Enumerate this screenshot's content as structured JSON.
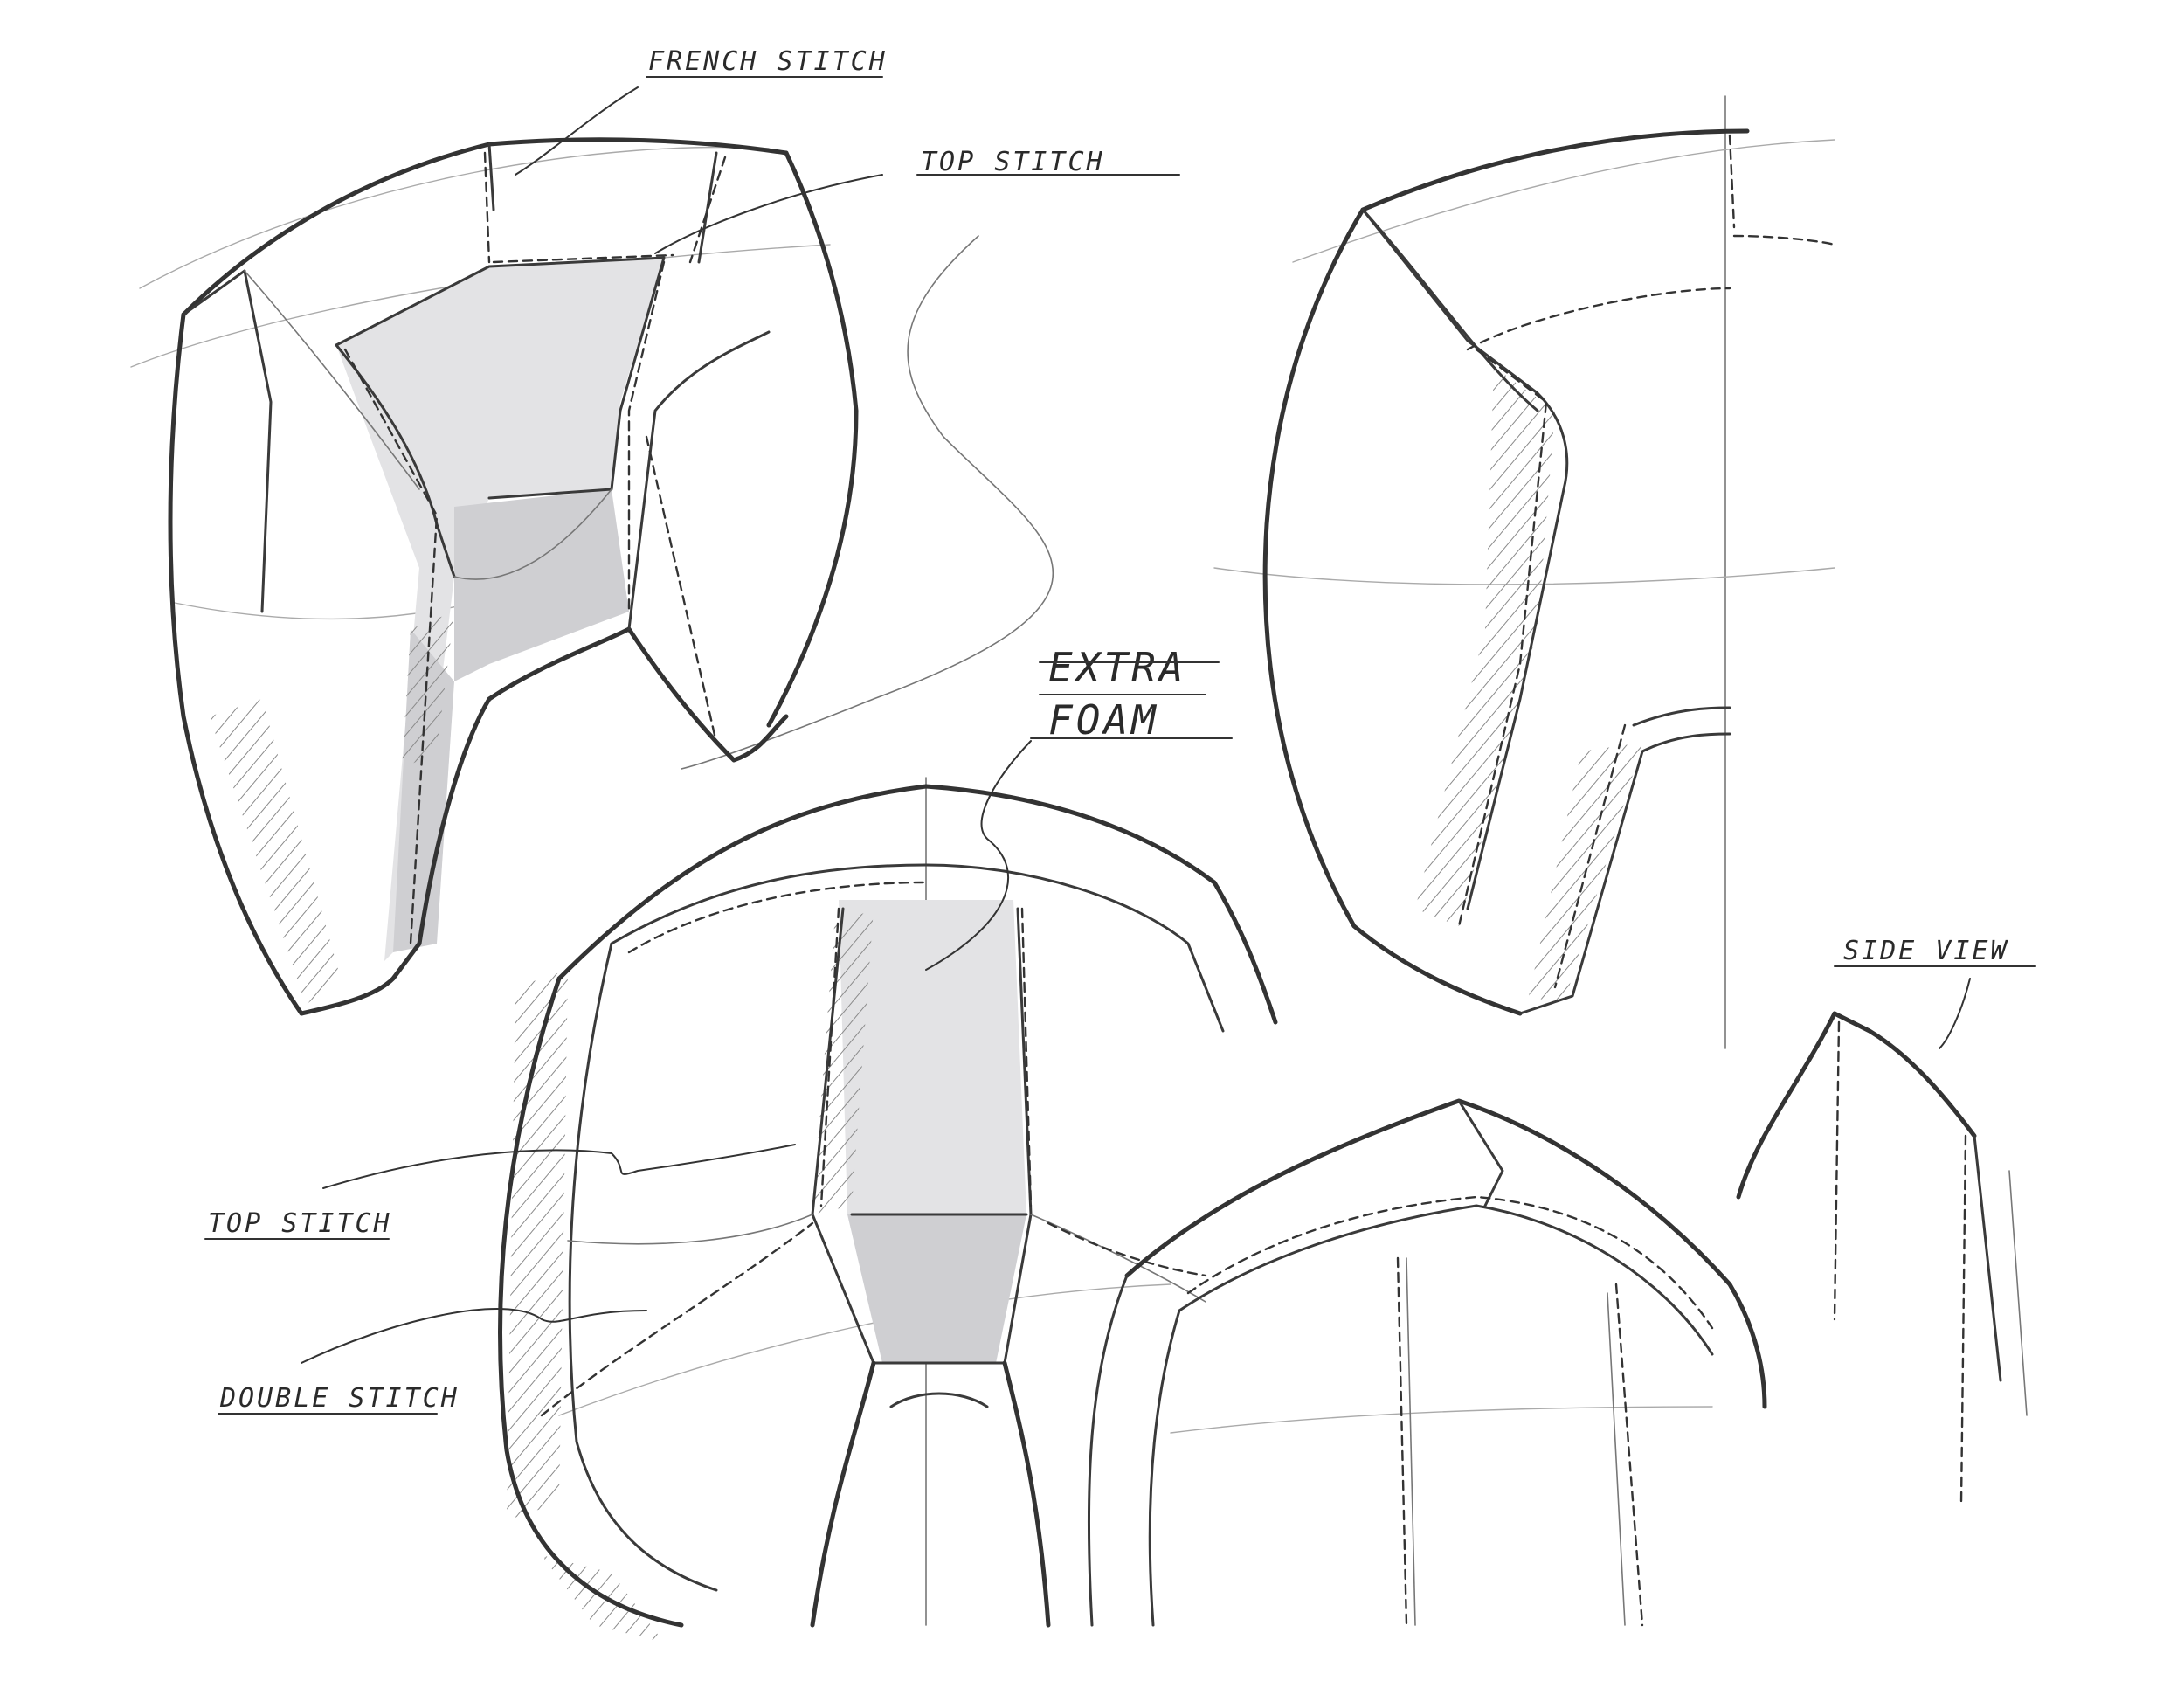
{
  "labels": {
    "french_stitch": "FRENCH STITCH",
    "top_stitch_upper": "TOP STITCH",
    "extra": "EXTRA",
    "foam": "FOAM",
    "side_view": "SIDE VIEW",
    "top_stitch_lower": "TOP STITCH",
    "double_stitch": "DOUBLE STITCH"
  },
  "colors": {
    "ink": "#333333",
    "shade_light": "#e3e3e5",
    "shade_mid": "#cfcfd2"
  }
}
